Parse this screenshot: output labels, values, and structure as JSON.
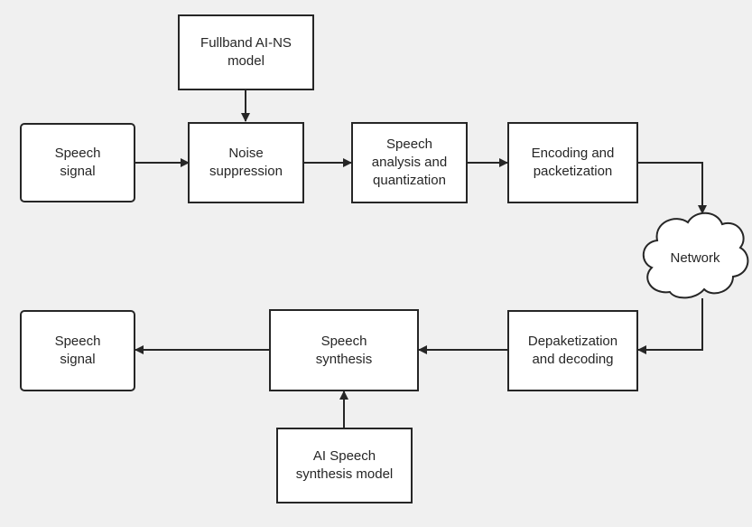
{
  "nodes": {
    "speech_signal_in": "Speech\nsignal",
    "fullband_ai_ns": "Fullband AI-NS\nmodel",
    "noise_suppression": "Noise\nsuppression",
    "speech_analysis": "Speech\nanalysis and\nquantization",
    "encoding": "Encoding and\npacketization",
    "network": "Network",
    "depacketization": "Depaketization\nand decoding",
    "speech_synthesis": "Speech\nsynthesis",
    "ai_speech_model": "AI Speech\nsynthesis model",
    "speech_signal_out": "Speech\nsignal"
  },
  "colors": {
    "background": "#f0f0f0",
    "node_fill": "#ffffff",
    "stroke": "#262626"
  }
}
